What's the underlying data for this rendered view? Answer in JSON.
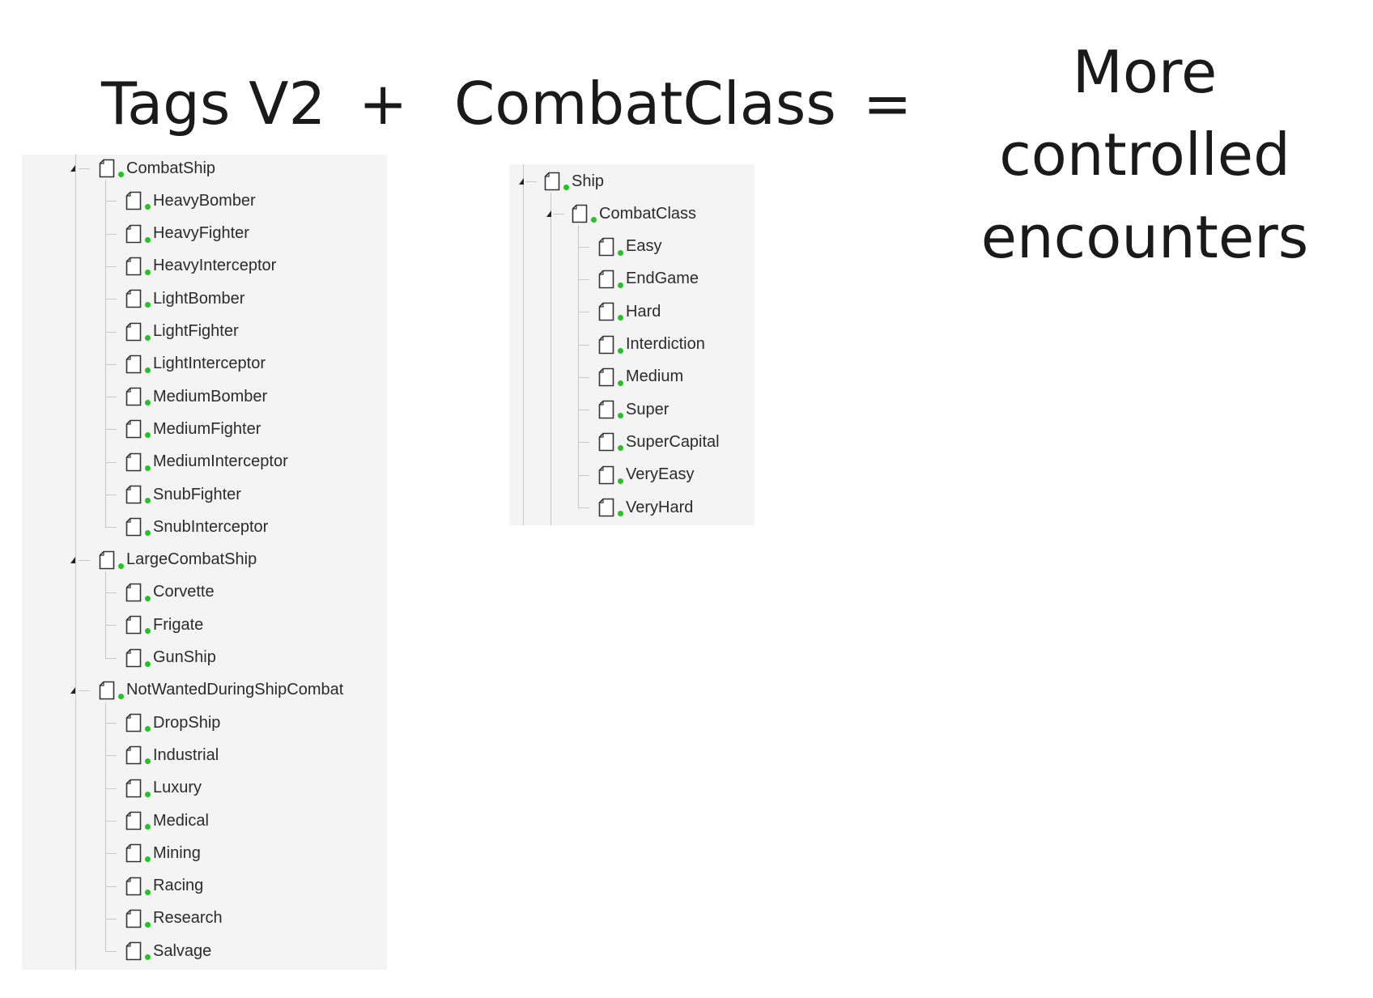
{
  "headings": {
    "left": "Tags V2",
    "plus": "+",
    "middle": "CombatClass",
    "equals": "=",
    "result": "More controlled encounters"
  },
  "colors": {
    "status_dot": "#22c322",
    "panel_bg": "#f4f4f4"
  },
  "left_tree": {
    "groups": [
      {
        "label": "CombatShip",
        "children": [
          "HeavyBomber",
          "HeavyFighter",
          "HeavyInterceptor",
          "LightBomber",
          "LightFighter",
          "LightInterceptor",
          "MediumBomber",
          "MediumFighter",
          "MediumInterceptor",
          "SnubFighter",
          "SnubInterceptor"
        ]
      },
      {
        "label": "LargeCombatShip",
        "children": [
          "Corvette",
          "Frigate",
          "GunShip"
        ]
      },
      {
        "label": "NotWantedDuringShipCombat",
        "children": [
          "DropShip",
          "Industrial",
          "Luxury",
          "Medical",
          "Mining",
          "Racing",
          "Research",
          "Salvage"
        ]
      }
    ]
  },
  "right_tree": {
    "root": "Ship",
    "group": {
      "label": "CombatClass",
      "children": [
        "Easy",
        "EndGame",
        "Hard",
        "Interdiction",
        "Medium",
        "Super",
        "SuperCapital",
        "VeryEasy",
        "VeryHard"
      ]
    }
  }
}
